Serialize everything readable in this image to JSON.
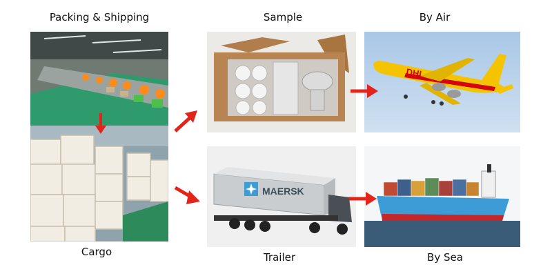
{
  "labels": {
    "packing_shipping": "Packing & Shipping",
    "sample": "Sample",
    "by_air": "By Air",
    "cargo": "Cargo",
    "trailer": "Trailer",
    "by_sea": "By Sea"
  },
  "photos": {
    "airplane_livery": "DHL",
    "trailer_brand": "MAERSK"
  },
  "colors": {
    "arrow": "#e3241b",
    "dhl_yellow": "#f5c400",
    "dhl_red": "#d40511",
    "maersk_blue": "#3d9cd6"
  }
}
